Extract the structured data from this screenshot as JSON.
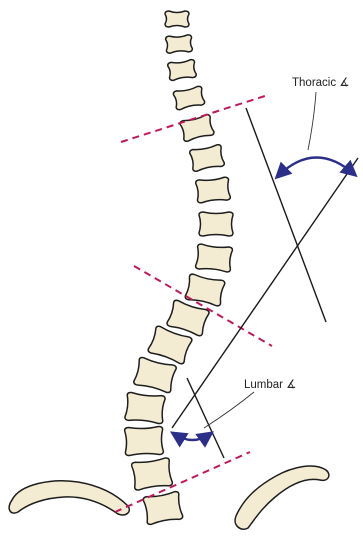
{
  "colors": {
    "bone_fill": "#f3ecd2",
    "bone_outline": "#1e1e1e",
    "endplate_line": "#c2185b",
    "angle_arc": "#2b2f8a",
    "line": "#1a1a1a"
  },
  "labels": {
    "thoracic": "Thoracic ∡",
    "lumbar": "Lumbar ∡"
  },
  "icons": {
    "vertebra": "vertebra-shape",
    "pelvis": "iliac-crest-shape",
    "angle": "double-headed-arc-arrow"
  }
}
